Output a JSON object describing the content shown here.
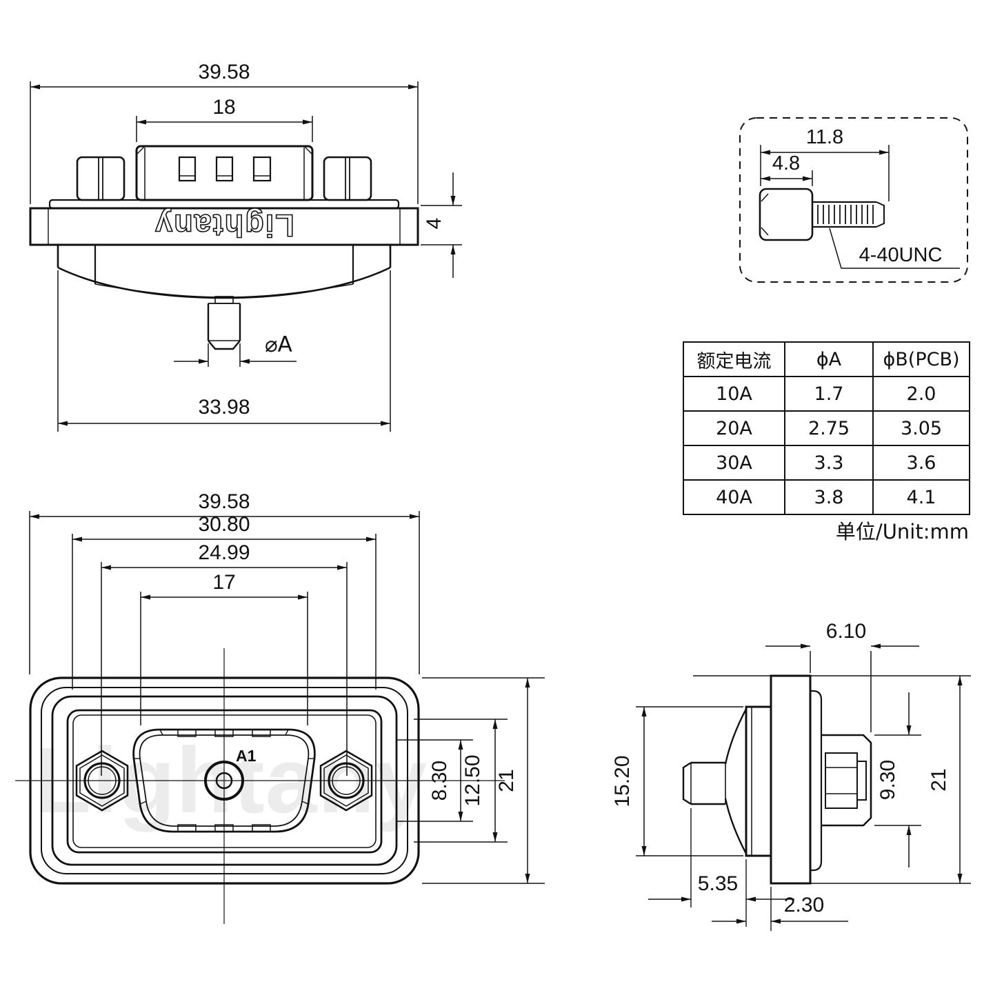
{
  "brand": {
    "logo": "Lightany",
    "watermark": "Lightany"
  },
  "views": {
    "rear": {
      "overall_width": "39.58",
      "insert_width": "18",
      "flange_thickness": "4",
      "pin_dia_label": "⌀A",
      "body_width": "33.98"
    },
    "screw": {
      "length": "11.8",
      "head_length": "4.8",
      "thread_label": "4-40UNC"
    },
    "face": {
      "overall_width": "39.58",
      "mount_width": "30.80",
      "screw_spacing": "24.99",
      "opening_width": "17",
      "contact_span": "8.30",
      "opening_height": "12.50",
      "overall_height": "21",
      "contact_label": "A1"
    },
    "side": {
      "flange_depth": "6.10",
      "shell_height": "15.20",
      "boss_dia": "9.30",
      "overall_height": "21",
      "pin_length": "5.35",
      "panel_gap": "2.30"
    }
  },
  "table": {
    "headers": [
      "额定电流",
      "ϕA",
      "ϕB(PCB)"
    ],
    "rows": [
      [
        "10A",
        "1.7",
        "2.0"
      ],
      [
        "20A",
        "2.75",
        "3.05"
      ],
      [
        "30A",
        "3.3",
        "3.6"
      ],
      [
        "40A",
        "3.8",
        "4.1"
      ]
    ],
    "unit_note": "单位/Unit:mm"
  }
}
